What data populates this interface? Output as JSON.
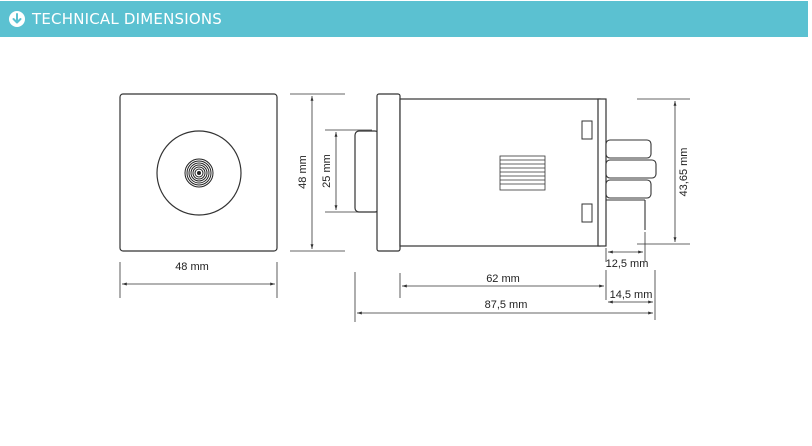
{
  "header": {
    "title": "TECHNICAL DIMENSIONS",
    "icon": "circle-down-arrow-icon"
  },
  "dimensions": {
    "front_width": "48 mm",
    "front_height": "48 mm",
    "plug_height": "25 mm",
    "body_length": "62 mm",
    "total_length": "87,5 mm",
    "pin_span": "43,65 mm",
    "pin_offset": "12,5 mm",
    "pin_length": "14,5 mm"
  }
}
